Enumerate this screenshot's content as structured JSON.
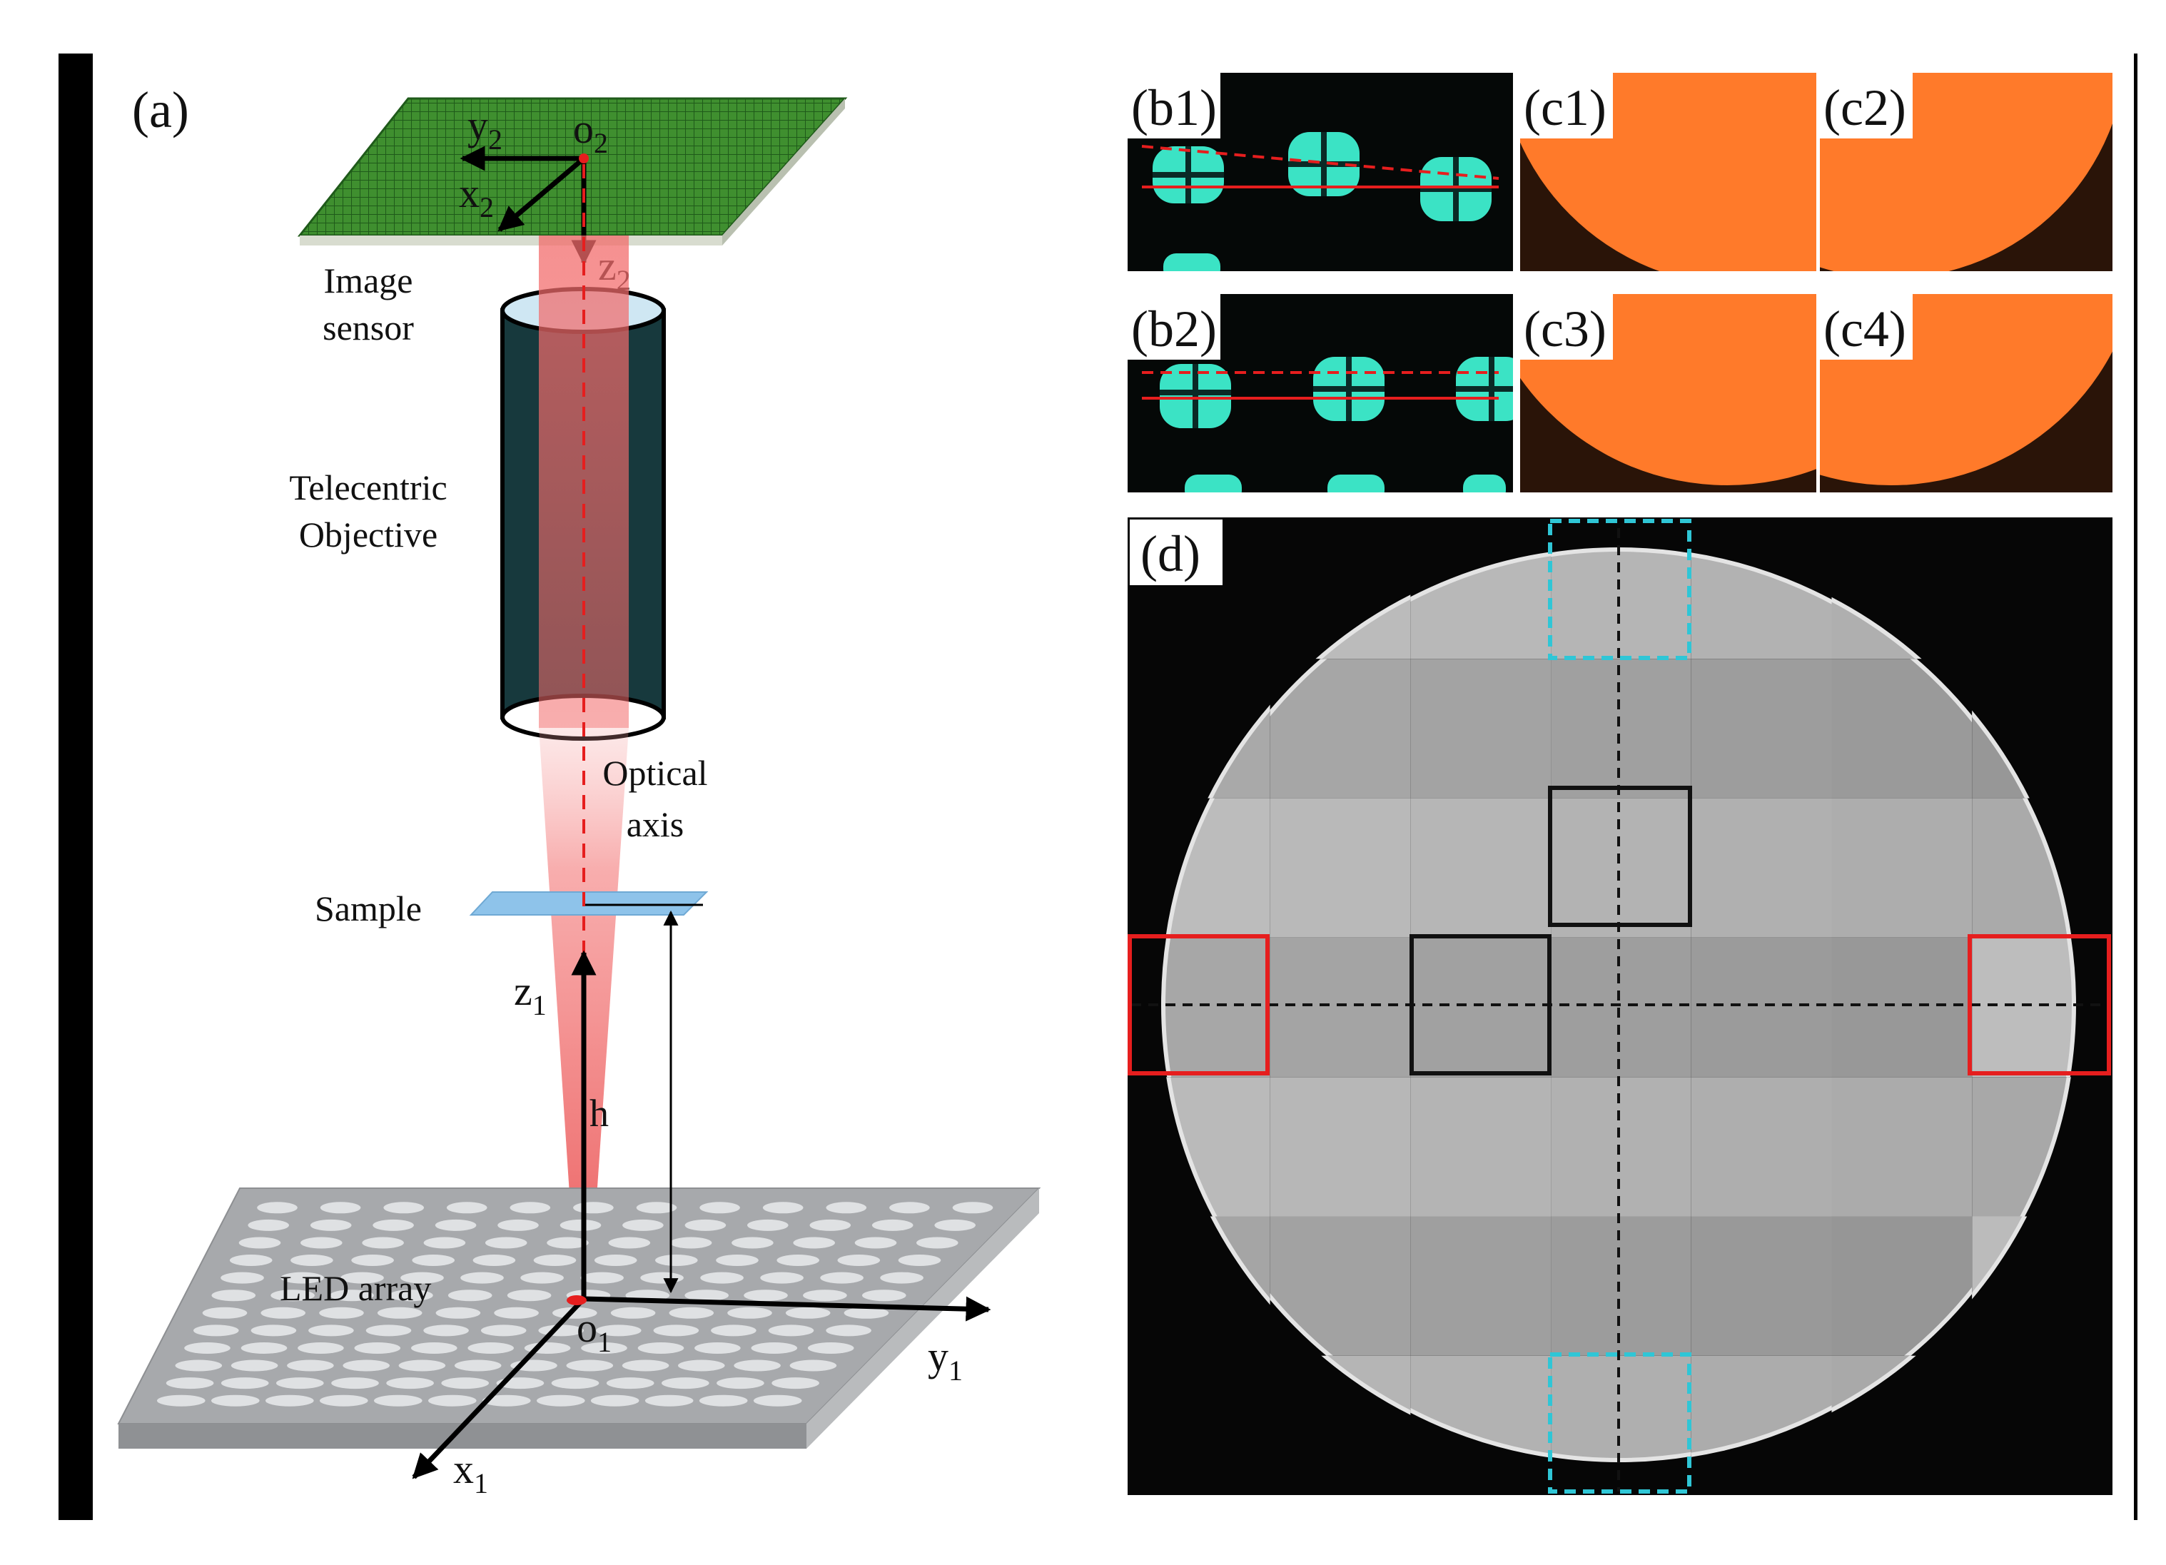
{
  "panels": {
    "a": "(a)",
    "b1": "(b1)",
    "b2": "(b2)",
    "c1": "(c1)",
    "c2": "(c2)",
    "c3": "(c3)",
    "c4": "(c4)",
    "d": "(d)"
  },
  "labels": {
    "image_sensor_1": "Image",
    "image_sensor_2": "sensor",
    "objective_1": "Telecentric",
    "objective_2": "Objective",
    "optical_axis_1": "Optical",
    "optical_axis_2": "axis",
    "sample": "Sample",
    "led_array": "LED array",
    "height": "h"
  },
  "axes": {
    "y2": {
      "base": "y",
      "sub": "2"
    },
    "o2": {
      "base": "o",
      "sub": "2"
    },
    "x2": {
      "base": "x",
      "sub": "2"
    },
    "z2": {
      "base": "z",
      "sub": "2"
    },
    "z1": {
      "base": "z",
      "sub": "1"
    },
    "o1": {
      "base": "o",
      "sub": "1"
    },
    "y1": {
      "base": "y",
      "sub": "1"
    },
    "x1": {
      "base": "x",
      "sub": "1"
    }
  },
  "colors": {
    "sensor_green": "#3f8f2f",
    "beam_red": "#f26b6b",
    "objective_teal": "#17393d",
    "led_gray": "#a7a9ac",
    "fluor_cyan": "#3be3c5",
    "orange_field": "#ff7a2a",
    "marker_red": "#e61e1e",
    "marker_cyan": "#2fc6d6",
    "marker_black": "#111111"
  }
}
